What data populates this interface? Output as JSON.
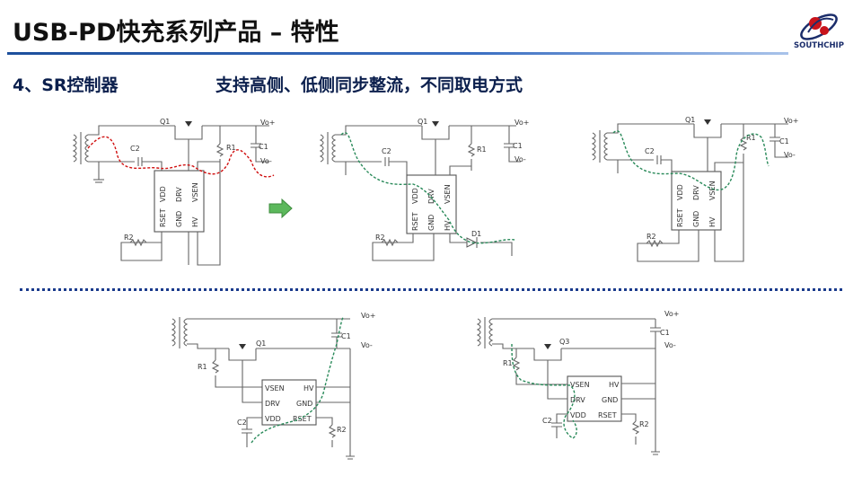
{
  "header": {
    "title": "USB-PD快充系列产品 – 特性",
    "logo_text": "SOUTHCHIP"
  },
  "section": {
    "label": "4、SR控制器",
    "subtitle": "支持高侧、低侧同步整流，不同取电方式"
  },
  "circuits": {
    "c1": {
      "q": "Q1",
      "c2": "C2",
      "r1": "R1",
      "c1": "C1",
      "r2": "R2",
      "vo_plus": "Vo+",
      "vo_minus": "Vo-",
      "pins_top": [
        "VDD",
        "DRV",
        "VSEN"
      ],
      "pins_bottom": [
        "RSET",
        "GND",
        "HV"
      ]
    },
    "c2": {
      "q": "Q1",
      "c2": "C2",
      "r1": "R1",
      "c1": "C1",
      "r2": "R2",
      "d1": "D1",
      "vo_plus": "Vo+",
      "vo_minus": "Vo-",
      "pins_top": [
        "VDD",
        "DRV",
        "VSEN"
      ],
      "pins_bottom": [
        "RSET",
        "GND",
        "HV"
      ]
    },
    "c3": {
      "q": "Q1",
      "c2": "C2",
      "r1": "R1",
      "c1": "C1",
      "r2": "R2",
      "vo_plus": "Vo+",
      "vo_minus": "Vo-",
      "pins_top": [
        "VDD",
        "DRV",
        "VSEN"
      ],
      "pins_bottom": [
        "RSET",
        "GND",
        "HV"
      ]
    },
    "c4": {
      "q": "Q1",
      "r1": "R1",
      "c1": "C1",
      "c2": "C2",
      "r2": "R2",
      "vo_plus": "Vo+",
      "vo_minus": "Vo-",
      "pins_left": [
        "VSEN",
        "DRV",
        "VDD"
      ],
      "pins_right": [
        "HV",
        "GND",
        "RSET"
      ]
    },
    "c5": {
      "q": "Q3",
      "r1": "R1",
      "c1": "C1",
      "c2": "C2",
      "r2": "R2",
      "vo_plus": "Vo+",
      "vo_minus": "Vo-",
      "pins_left": [
        "VSEN",
        "DRV",
        "VDD"
      ],
      "pins_right": [
        "HV",
        "GND",
        "RSET"
      ]
    }
  },
  "colors": {
    "title_rule": "#1d4f9c",
    "red_path": "#d01010",
    "green_path": "#2a8a5a",
    "arrow": "#5cb85c",
    "divider": "#1a3a8c"
  }
}
